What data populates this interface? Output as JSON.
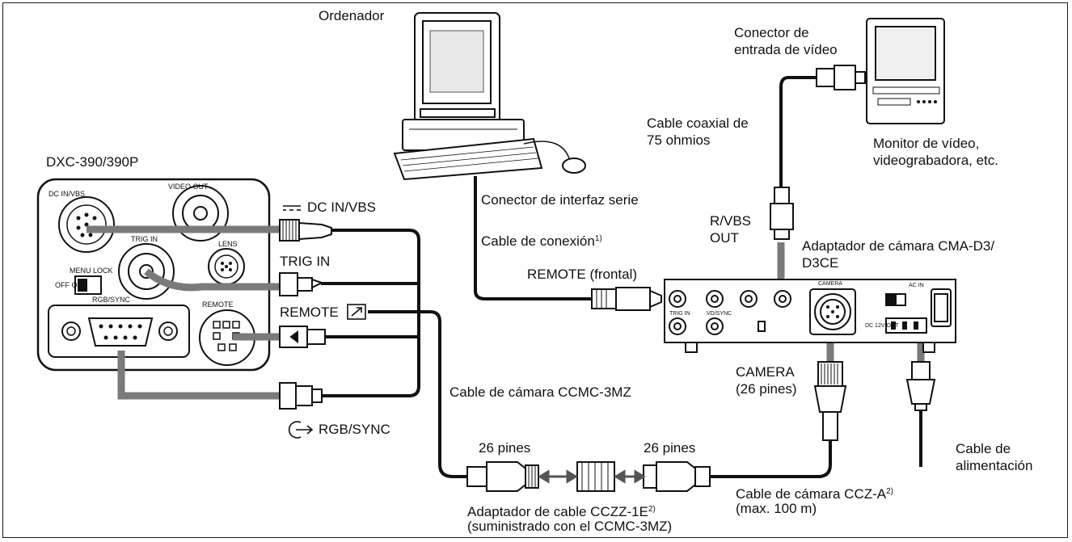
{
  "labels": {
    "ordenador": "Ordenador",
    "video_in_1": "Conector de",
    "video_in_2": "entrada de vídeo",
    "coax_1": "Cable coaxial de",
    "coax_2": "75 ohmios",
    "monitor_1": "Monitor de vídeo,",
    "monitor_2": "videograbadora, etc.",
    "camera_model": "DXC-390/390P",
    "serial": "Conector de interfaz serie",
    "conn_cable": "Cable de conexión",
    "conn_cable_sup": "1)",
    "rvbs_1": "R/VBS",
    "rvbs_2": "OUT",
    "adapter_1": "Adaptador de cámara CMA-D3/",
    "adapter_2": "D3CE",
    "remote_front": "REMOTE (frontal)",
    "dc_in": "DC IN/VBS",
    "trig_in": "TRIG IN",
    "remote": "REMOTE",
    "rgb_sync": "RGB/SYNC",
    "ccmc_cable": "Cable de cámara CCMC-3MZ",
    "camera_26_1": "CAMERA",
    "camera_26_2": "(26 pines)",
    "pins_left": "26 pines",
    "pins_right": "26 pines",
    "power_1": "Cable de",
    "power_2": "alimentación",
    "ccz_cable": "Cable de cámara CCZ-A",
    "ccz_sup": "2)",
    "ccz_max": "(max. 100 m)",
    "ccz_adapter": "Adaptador de cable CCZZ-1E",
    "ccz_adapter_sup": "2)",
    "ccz_supplied": "(suministrado con el CCMC-3MZ)"
  },
  "panel_labels": {
    "dc_in_vbs": "DC IN/VBS",
    "video_out": "VIDEO OUT",
    "trig_in": "TRIG IN",
    "lens": "LENS",
    "menu_lock": "MENU LOCK",
    "off_on": "OFF ON",
    "rgb_sync": "RGB/SYNC",
    "remote": "REMOTE"
  },
  "adapter_panel_labels": {
    "camera": "CAMERA",
    "trig_in": "TRIG IN",
    "vd_sync": "VD/SYNC",
    "ac_in": "AC IN",
    "dc_out": "DC 12V OUT"
  }
}
